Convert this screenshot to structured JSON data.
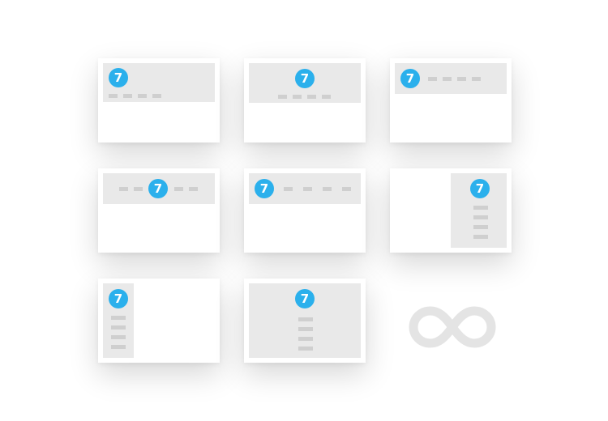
{
  "logo_text": "7",
  "colors": {
    "accent": "#2bb0ec",
    "header": "#e9e9e9",
    "bar": "#cfcfcf",
    "infinity": "#e4e4e4"
  },
  "layouts": [
    "logo-left-menu-below",
    "logo-center-menu-below",
    "logo-left-menu-inline",
    "logo-center-menu-split",
    "logo-left-menu-spread",
    "sidebar-right",
    "sidebar-left",
    "fullscreen-center"
  ],
  "infinity_icon": "infinity-icon"
}
